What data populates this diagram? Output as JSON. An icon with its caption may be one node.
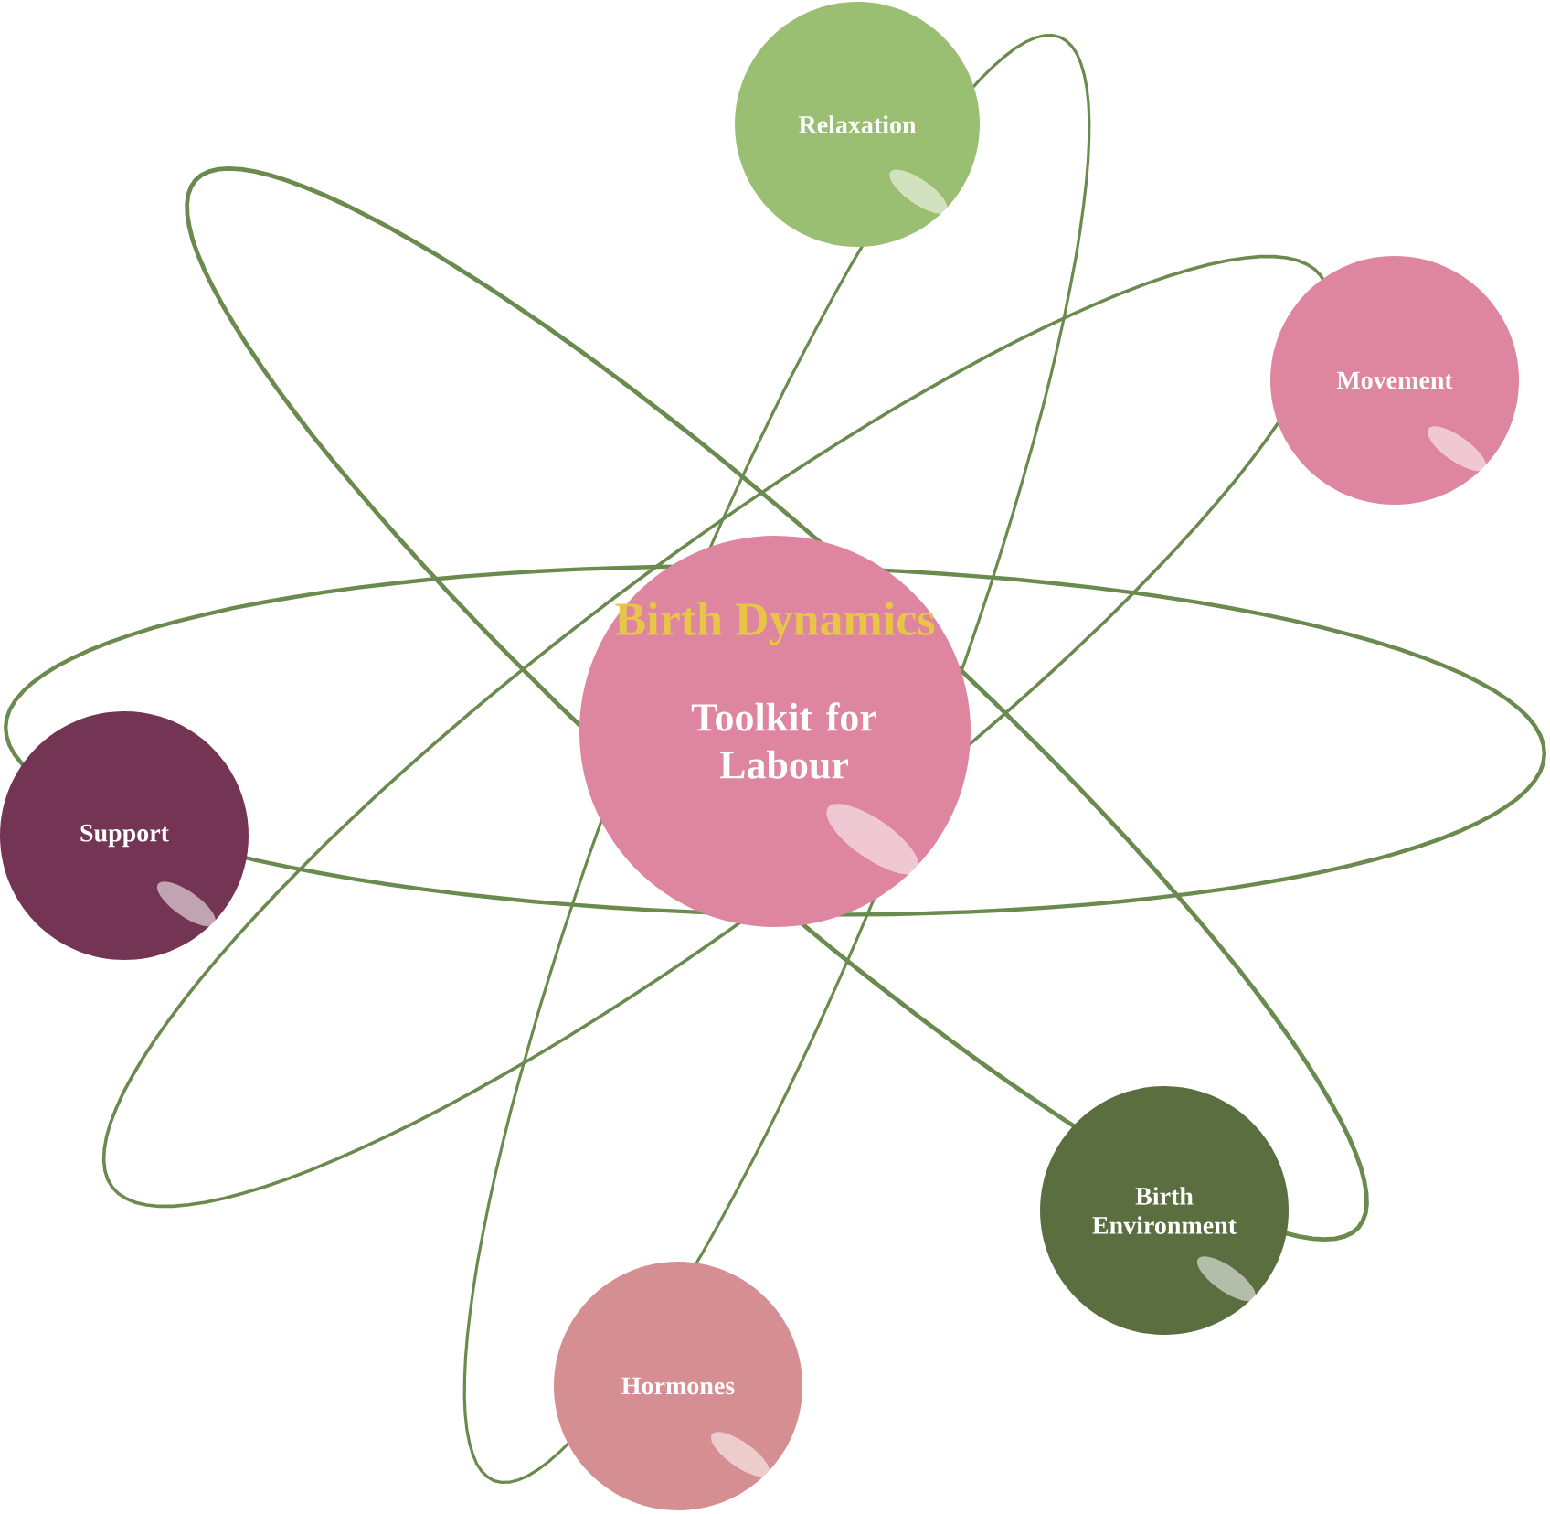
{
  "diagram": {
    "nodes": [
      {
        "text": [
          "Birth Dynamics",
          "Toolkit for Labour"
        ]
      },
      {
        "text": [
          "Relaxation"
        ]
      },
      {
        "text": [
          "Movement"
        ]
      },
      {
        "text": [
          "Support"
        ]
      },
      {
        "text": [
          "Birth Environment"
        ]
      },
      {
        "text": [
          "Hormones"
        ]
      }
    ]
  }
}
